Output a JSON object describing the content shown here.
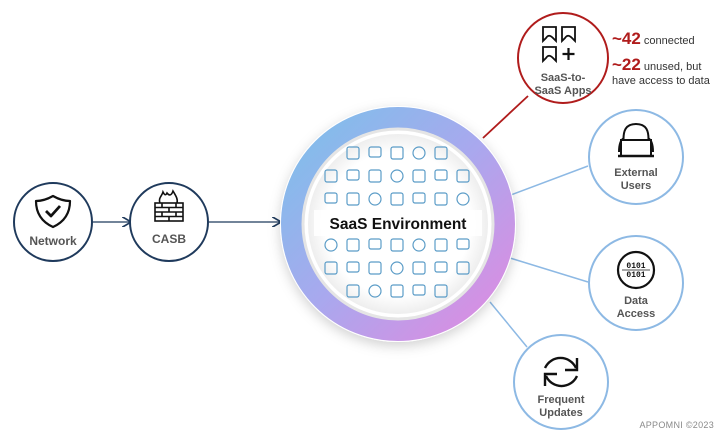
{
  "nodes": {
    "network": {
      "label": "Network",
      "icon": "shield-check-icon"
    },
    "casb": {
      "label": "CASB",
      "icon": "firewall-icon"
    },
    "center": {
      "label": "SaaS Environment"
    },
    "saas_apps": {
      "label_line1": "SaaS-to-",
      "label_line2": "SaaS Apps",
      "icon": "apps-grid-icon"
    },
    "external_users": {
      "label_line1": "External",
      "label_line2": "Users",
      "icon": "hacker-laptop-icon"
    },
    "data_access": {
      "label_line1": "Data",
      "label_line2": "Access",
      "icon": "binary-globe-icon"
    },
    "frequent_updates": {
      "label_line1": "Frequent",
      "label_line2": "Updates",
      "icon": "refresh-icon"
    }
  },
  "stats": {
    "connected_num": "~42",
    "connected_text": "connected",
    "unused_num": "~22",
    "unused_text": "unused, but",
    "unused_text2": "have access to data"
  },
  "footer": "APPOMNI  ©2023",
  "colors": {
    "navy": "#1f3a5c",
    "red": "#b01c1c",
    "light_blue": "#8db9e4",
    "ring_blue": "#7fbde6",
    "ring_purple": "#d68be3"
  }
}
